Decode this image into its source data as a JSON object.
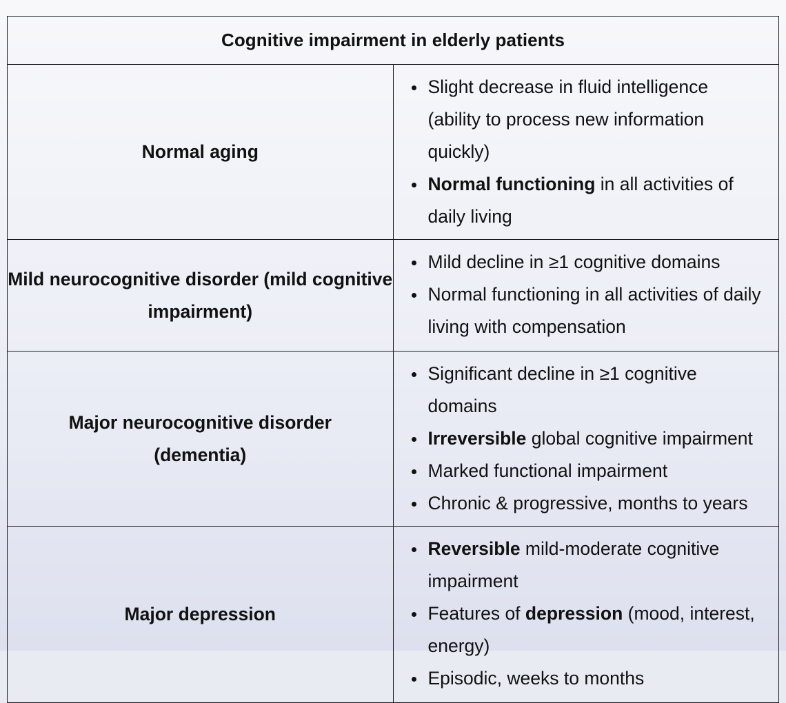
{
  "table": {
    "title": "Cognitive impairment in elderly patients",
    "rows": [
      {
        "label": "Normal aging",
        "items": [
          {
            "bold": "",
            "text": "Slight decrease in fluid intelligence (ability to process new information quickly)"
          },
          {
            "bold": "Normal functioning",
            "text": " in all activities of daily living"
          }
        ]
      },
      {
        "label": "Mild neurocognitive disorder (mild cognitive impairment)",
        "items": [
          {
            "bold": "",
            "text": "Mild decline in ≥1 cognitive domains"
          },
          {
            "bold": "",
            "text": "Normal functioning in all activities of daily living with compensation"
          }
        ]
      },
      {
        "label": "Major neurocognitive disorder (dementia)",
        "items": [
          {
            "bold": "",
            "text": "Significant decline in ≥1 cognitive domains"
          },
          {
            "bold": "Irreversible",
            "text": " global cognitive impairment"
          },
          {
            "bold": "",
            "text": "Marked functional impairment"
          },
          {
            "bold": "",
            "text": "Chronic & progressive, months to years"
          }
        ]
      },
      {
        "label": "Major depression",
        "items": [
          {
            "bold": "Reversible",
            "text": " mild-moderate cognitive impairment"
          },
          {
            "bold": "",
            "text": "Features of ",
            "bold2": "depression",
            "text2": " (mood, interest, energy)"
          },
          {
            "bold": "",
            "text": "Episodic, weeks to months"
          }
        ]
      }
    ]
  }
}
